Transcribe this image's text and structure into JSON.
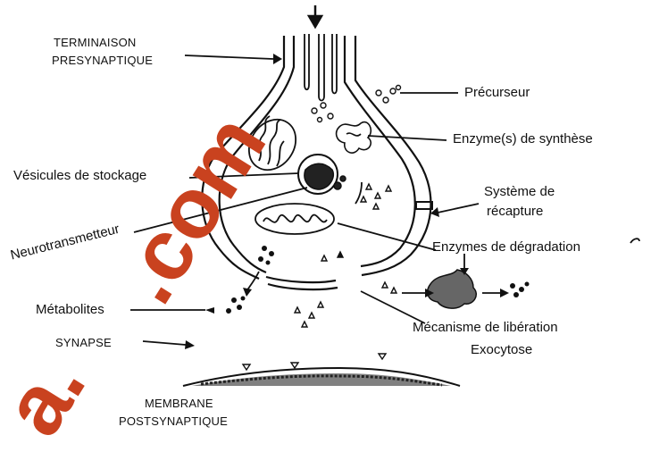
{
  "labels": {
    "terminaison_line1": "TERMINAISON",
    "terminaison_line2": "PRESYNAPTIQUE",
    "precurseur": "Précurseur",
    "enzymes_synthese": "Enzyme(s) de synthèse",
    "vesicules": "Vésicules de stockage",
    "systeme_line1": "Système de",
    "systeme_line2": "récapture",
    "neurotransmetteur": "Neurotransmetteur",
    "enzymes_degradation": "Enzymes de dégradation",
    "metabolites": "Métabolites",
    "mecanisme_line1": "Mécanisme de libération",
    "mecanisme_line2": "Exocytose",
    "synapse": "SYNAPSE",
    "membrane_line1": "MEMBRANE",
    "membrane_line2": "POSTSYNAPTIQUE"
  },
  "watermark": {
    "text_main": ".com",
    "text_edge": "a.",
    "color": "#c9421f"
  }
}
